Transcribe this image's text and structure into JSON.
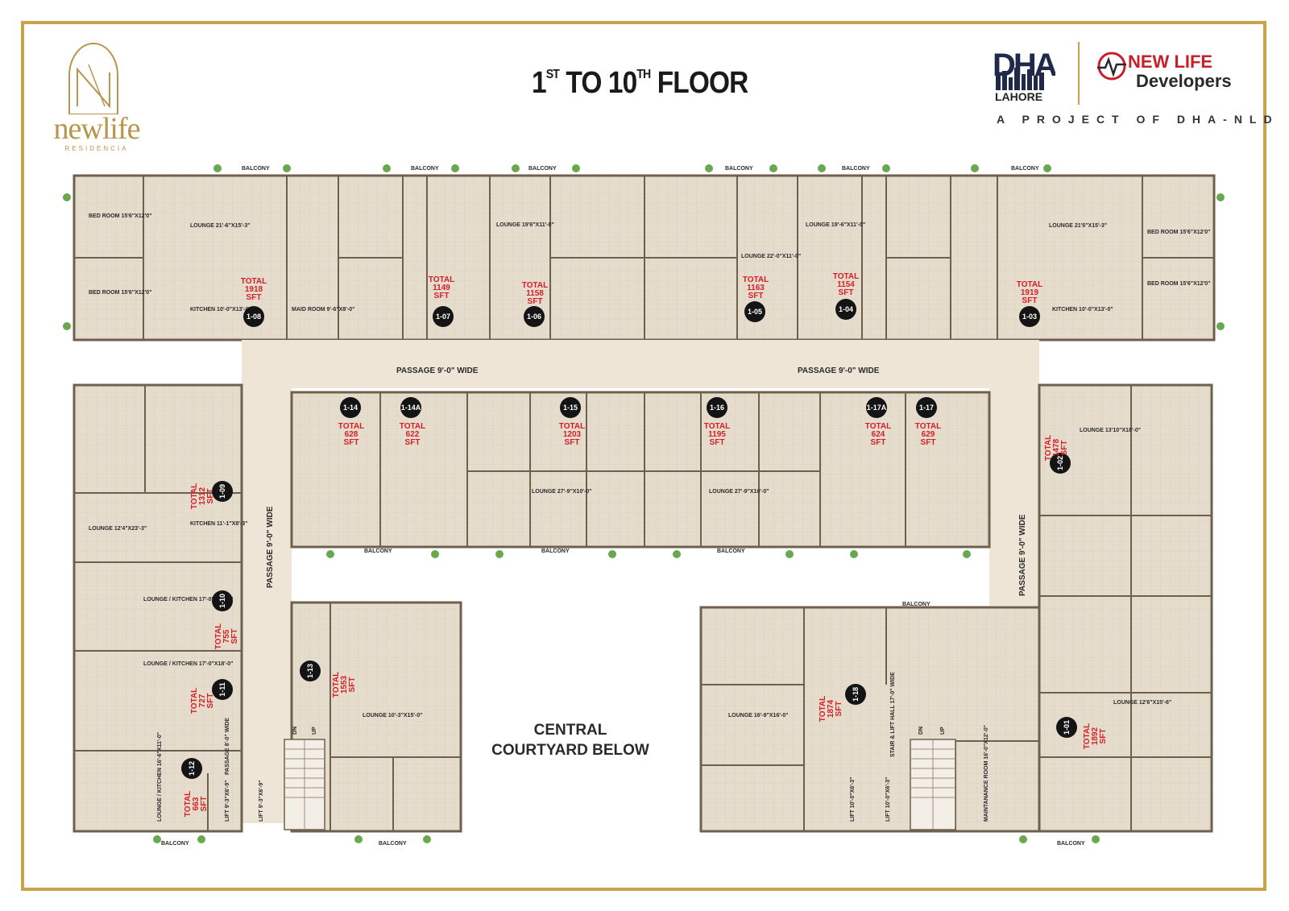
{
  "brand": {
    "name": "newlife",
    "sub": "RESIDENCIA",
    "dha_sub": "LAHORE",
    "developer_line1": "NEW LIFE",
    "developer_line2": "Developers",
    "tagline": "A PROJECT OF DHA-NLD"
  },
  "title": {
    "from": "1",
    "from_sup": "ST",
    "to_word": "TO 10",
    "to_sup": "TH",
    "tail": "FLOOR"
  },
  "labels": {
    "passage_left": "PASSAGE 9'-0\" WIDE",
    "passage_right": "PASSAGE 9'-0\" WIDE",
    "passage_vert_left": "PASSAGE 9'-0\" WIDE",
    "passage_vert_right": "PASSAGE 9'-0\" WIDE",
    "passage_small": "PASSAGE 8'-0\" WIDE",
    "courtyard_line1": "CENTRAL",
    "courtyard_line2": "COURTYARD BELOW",
    "stair_hall": "STAIR & LIFT HALL 17'-0\" WIDE",
    "balcony": "BALCONY",
    "dn": "DN",
    "up": "UP"
  },
  "units": [
    {
      "id": "1-08",
      "total": "1918",
      "unit": "SFT"
    },
    {
      "id": "1-07",
      "total": "1149",
      "unit": "SFT"
    },
    {
      "id": "1-06",
      "total": "1158",
      "unit": "SFT"
    },
    {
      "id": "1-05",
      "total": "1163",
      "unit": "SFT"
    },
    {
      "id": "1-04",
      "total": "1154",
      "unit": "SFT"
    },
    {
      "id": "1-03",
      "total": "1919",
      "unit": "SFT"
    },
    {
      "id": "1-14",
      "total": "628",
      "unit": "SFT"
    },
    {
      "id": "1-14A",
      "total": "622",
      "unit": "SFT"
    },
    {
      "id": "1-15",
      "total": "1203",
      "unit": "SFT"
    },
    {
      "id": "1-16",
      "total": "1195",
      "unit": "SFT"
    },
    {
      "id": "1-17A",
      "total": "624",
      "unit": "SFT"
    },
    {
      "id": "1-17",
      "total": "629",
      "unit": "SFT"
    },
    {
      "id": "1-09",
      "total": "1312",
      "unit": "SFT"
    },
    {
      "id": "1-10",
      "total": "755",
      "unit": "SFT"
    },
    {
      "id": "1-11",
      "total": "727",
      "unit": "SFT"
    },
    {
      "id": "1-12",
      "total": "663",
      "unit": "SFT"
    },
    {
      "id": "1-13",
      "total": "1553",
      "unit": "SFT"
    },
    {
      "id": "1-18",
      "total": "1874",
      "unit": "SFT"
    },
    {
      "id": "1-02",
      "total": "1478",
      "unit": "SFT"
    },
    {
      "id": "1-01",
      "total": "1892",
      "unit": "SFT"
    }
  ],
  "rooms": {
    "bed_room_a": "BED ROOM 15'6\"X12'0\"",
    "lounge_08": "LOUNGE 21'-6\"X15'-3\"",
    "kitchen_08": "KITCHEN 10'-0\"X13'-0\"",
    "maid_room": "MAID ROOM 9'-6\"X8'-0\"",
    "lounge_07": "LOUNGE 19'6\"X11'-0\"",
    "lounge_05": "LOUNGE 22'-0\"X11'-0\"",
    "lounge_04": "LOUNGE 19'-6\"X11'-0\"",
    "lounge_03": "LOUNGE 21'6\"X15'-3\"",
    "kitchen_03": "KITCHEN 10'-0\"X13'-0\"",
    "lounge_09": "LOUNGE 12'4\"X23'-3\"",
    "kitchen_09": "KITCHEN 11'-1\"X8'-3\"",
    "lounge_kitchen_10": "LOUNGE / KITCHEN 17'-0\"X18'-0\"",
    "lounge_kitchen_11": "LOUNGE / KITCHEN 17'-0\"X18'-0\"",
    "lounge_kitchen_12": "LOUNGE / KITCHEN 16'-6\"X11'-0\"",
    "lounge_13": "LOUNGE 10'-3\"X15'-0\"",
    "lounge_15": "LOUNGE 27'-9\"X10'-0\"",
    "lounge_16": "LOUNGE 27'-9\"X10'-0\"",
    "lounge_18": "LOUNGE 16'-9\"X16'-0\"",
    "lounge_02": "LOUNGE 13'10\"X18'-0\"",
    "lounge_01": "LOUNGE 12'6\"X15'-6\"",
    "maintenance": "MAINTANANCE ROOM 16'-0\"X12'-0\"",
    "lift": "LIFT 9'-3\"X6'-9\"",
    "lift_b": "LIFT 10'-0\"X6'-3\""
  },
  "colors": {
    "gold": "#c9a349",
    "total_red": "#d41f26",
    "floor": "#e7dccd",
    "wall": "#8a7a66",
    "passage": "#efe5d6"
  }
}
